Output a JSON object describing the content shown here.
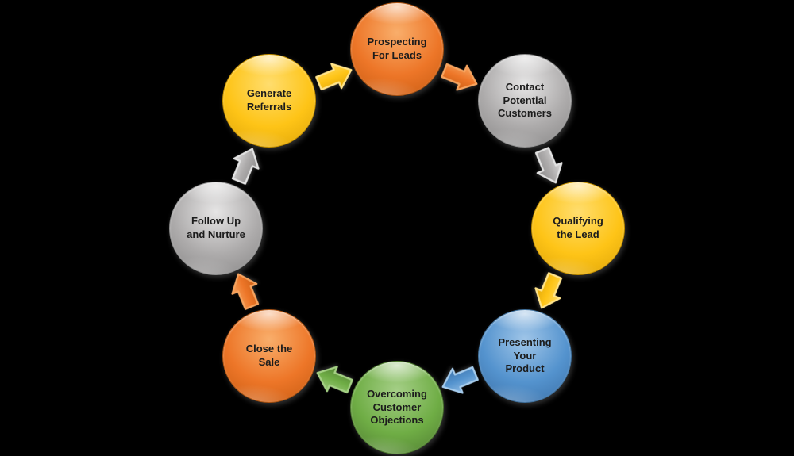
{
  "background": "#000000",
  "text_color": "#1C1C1C",
  "flow_direction": "clockwise",
  "steps": [
    {
      "label": "Prospecting\nFor Leads",
      "scheme": "orange"
    },
    {
      "label": "Contact\nPotential\nCustomers",
      "scheme": "gray"
    },
    {
      "label": "Qualifying\nthe Lead",
      "scheme": "yellow"
    },
    {
      "label": "Presenting\nYour\nProduct",
      "scheme": "blue"
    },
    {
      "label": "Overcoming\nCustomer\nObjections",
      "scheme": "green"
    },
    {
      "label": "Close the\nSale",
      "scheme": "orange"
    },
    {
      "label": "Follow Up\nand Nurture",
      "scheme": "gray"
    },
    {
      "label": "Generate\nReferrals",
      "scheme": "yellow"
    }
  ],
  "color_schemes": {
    "orange": {
      "light": "#F9AE6B",
      "base": "#ED7628",
      "dark": "#C55A11",
      "border": "#AA5414",
      "stroke": "#F6A35E"
    },
    "gray": {
      "light": "#E6E5E5",
      "base": "#ADABAB",
      "dark": "#868585",
      "border": "#8F8F8F",
      "stroke": "#E2E2E2"
    },
    "yellow": {
      "light": "#FFDD6E",
      "base": "#FEC417",
      "dark": "#DCA206",
      "border": "#C49000",
      "stroke": "#FFE38A"
    },
    "blue": {
      "light": "#9FC5E8",
      "base": "#5493CE",
      "dark": "#3A6EA5",
      "border": "#41719C",
      "stroke": "#A5CBEC"
    },
    "green": {
      "light": "#A5CF87",
      "base": "#6FAD45",
      "dark": "#4E7A31",
      "border": "#4F7B31",
      "stroke": "#A4D084"
    }
  }
}
